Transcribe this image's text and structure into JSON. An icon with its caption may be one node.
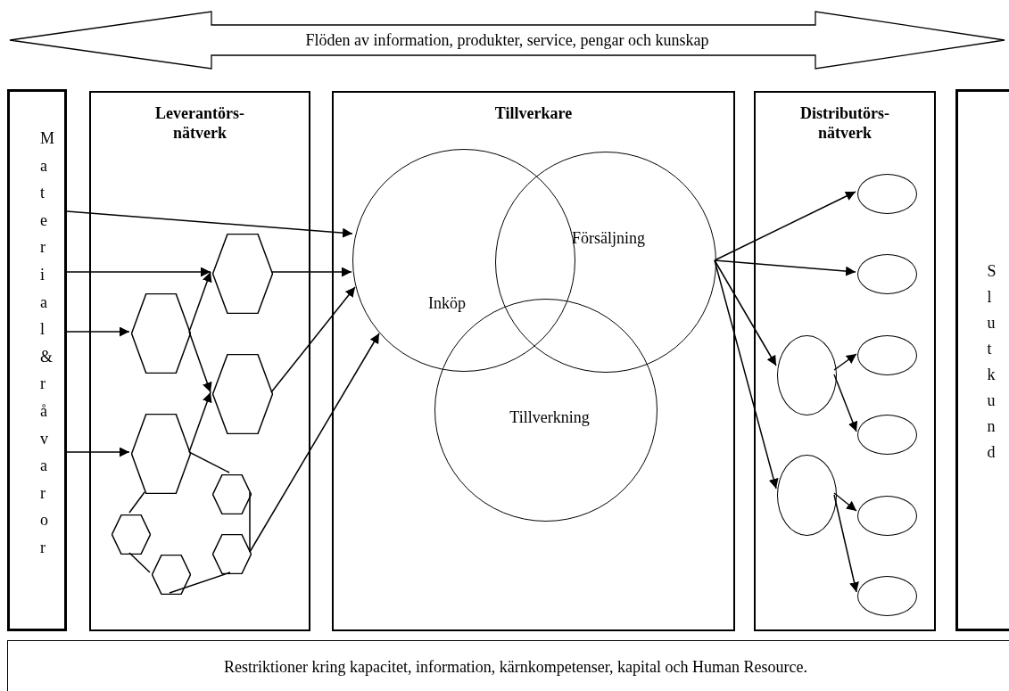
{
  "diagram": {
    "nodes": [
      {
        "text": [
          "Flöden av information, produkter, service, pengar och kunskap"
        ]
      },
      {
        "text": [
          "Material & råvaror"
        ]
      },
      {
        "text": [
          "Leverantörs- nätverk"
        ]
      },
      {
        "text": [
          "Tillverkare"
        ]
      },
      {
        "text": [
          "Distributörs- nätverk"
        ]
      },
      {
        "text": [
          "Slutkund"
        ]
      },
      {
        "text": [
          "Restriktioner kring kapacitet, information, kärnkompetenser, kapital och Human Resource."
        ]
      },
      {
        "text": [
          "Inköp"
        ],
        "in": 3
      },
      {
        "text": [
          "Försäljning"
        ],
        "in": 3
      },
      {
        "text": [
          "Tillverkning"
        ],
        "in": 3
      },
      {
        "text": [],
        "shape": "hexagon",
        "in": 2
      },
      {
        "text": [],
        "shape": "hexagon",
        "in": 2
      },
      {
        "text": [],
        "shape": "hexagon",
        "in": 2
      },
      {
        "text": [],
        "shape": "hexagon",
        "in": 2
      },
      {
        "text": [],
        "shape": "hexagon",
        "in": 2
      },
      {
        "text": [],
        "shape": "hexagon",
        "in": 2
      },
      {
        "text": [],
        "shape": "hexagon",
        "in": 2
      },
      {
        "text": [],
        "shape": "hexagon",
        "in": 2
      },
      {
        "text": [],
        "shape": "ellipse",
        "in": 4
      },
      {
        "text": [],
        "shape": "ellipse",
        "in": 4
      },
      {
        "text": [],
        "shape": "ellipse",
        "in": 4
      },
      {
        "text": [],
        "shape": "ellipse",
        "in": 4
      },
      {
        "text": [],
        "shape": "ellipse",
        "in": 4
      },
      {
        "text": [],
        "shape": "ellipse",
        "in": 4
      },
      {
        "text": [],
        "shape": "ellipse",
        "in": 4
      },
      {
        "text": [],
        "shape": "ellipse",
        "in": 4
      }
    ],
    "edges": [
      {
        "from": 1,
        "to": 7,
        "arrow": "to"
      },
      {
        "from": 1,
        "to": 10,
        "arrow": "to"
      },
      {
        "from": 10,
        "to": 7,
        "arrow": "to"
      },
      {
        "from": 1,
        "to": 11,
        "arrow": "to"
      },
      {
        "from": 11,
        "to": 10,
        "arrow": "to"
      },
      {
        "from": 11,
        "to": 12,
        "arrow": "to"
      },
      {
        "from": 12,
        "to": 7,
        "arrow": "to"
      },
      {
        "from": 1,
        "to": 13,
        "arrow": "to"
      },
      {
        "from": 13,
        "to": 12,
        "arrow": "to"
      },
      {
        "from": 13,
        "to": 14,
        "arrow": "none"
      },
      {
        "from": 13,
        "to": 15,
        "arrow": "none"
      },
      {
        "from": 15,
        "to": 17,
        "arrow": "none"
      },
      {
        "from": 17,
        "to": 16,
        "arrow": "none"
      },
      {
        "from": 14,
        "to": 16,
        "arrow": "none"
      },
      {
        "from": 16,
        "to": 7,
        "arrow": "to"
      },
      {
        "from": 8,
        "to": 18,
        "arrow": "to"
      },
      {
        "from": 8,
        "to": 19,
        "arrow": "to"
      },
      {
        "from": 8,
        "to": 20,
        "arrow": "to"
      },
      {
        "from": 8,
        "to": 23,
        "arrow": "to"
      },
      {
        "from": 20,
        "to": 21,
        "arrow": "to"
      },
      {
        "from": 20,
        "to": 22,
        "arrow": "to"
      },
      {
        "from": 23,
        "to": 24,
        "arrow": "to"
      },
      {
        "from": 23,
        "to": 25,
        "arrow": "to"
      }
    ]
  }
}
